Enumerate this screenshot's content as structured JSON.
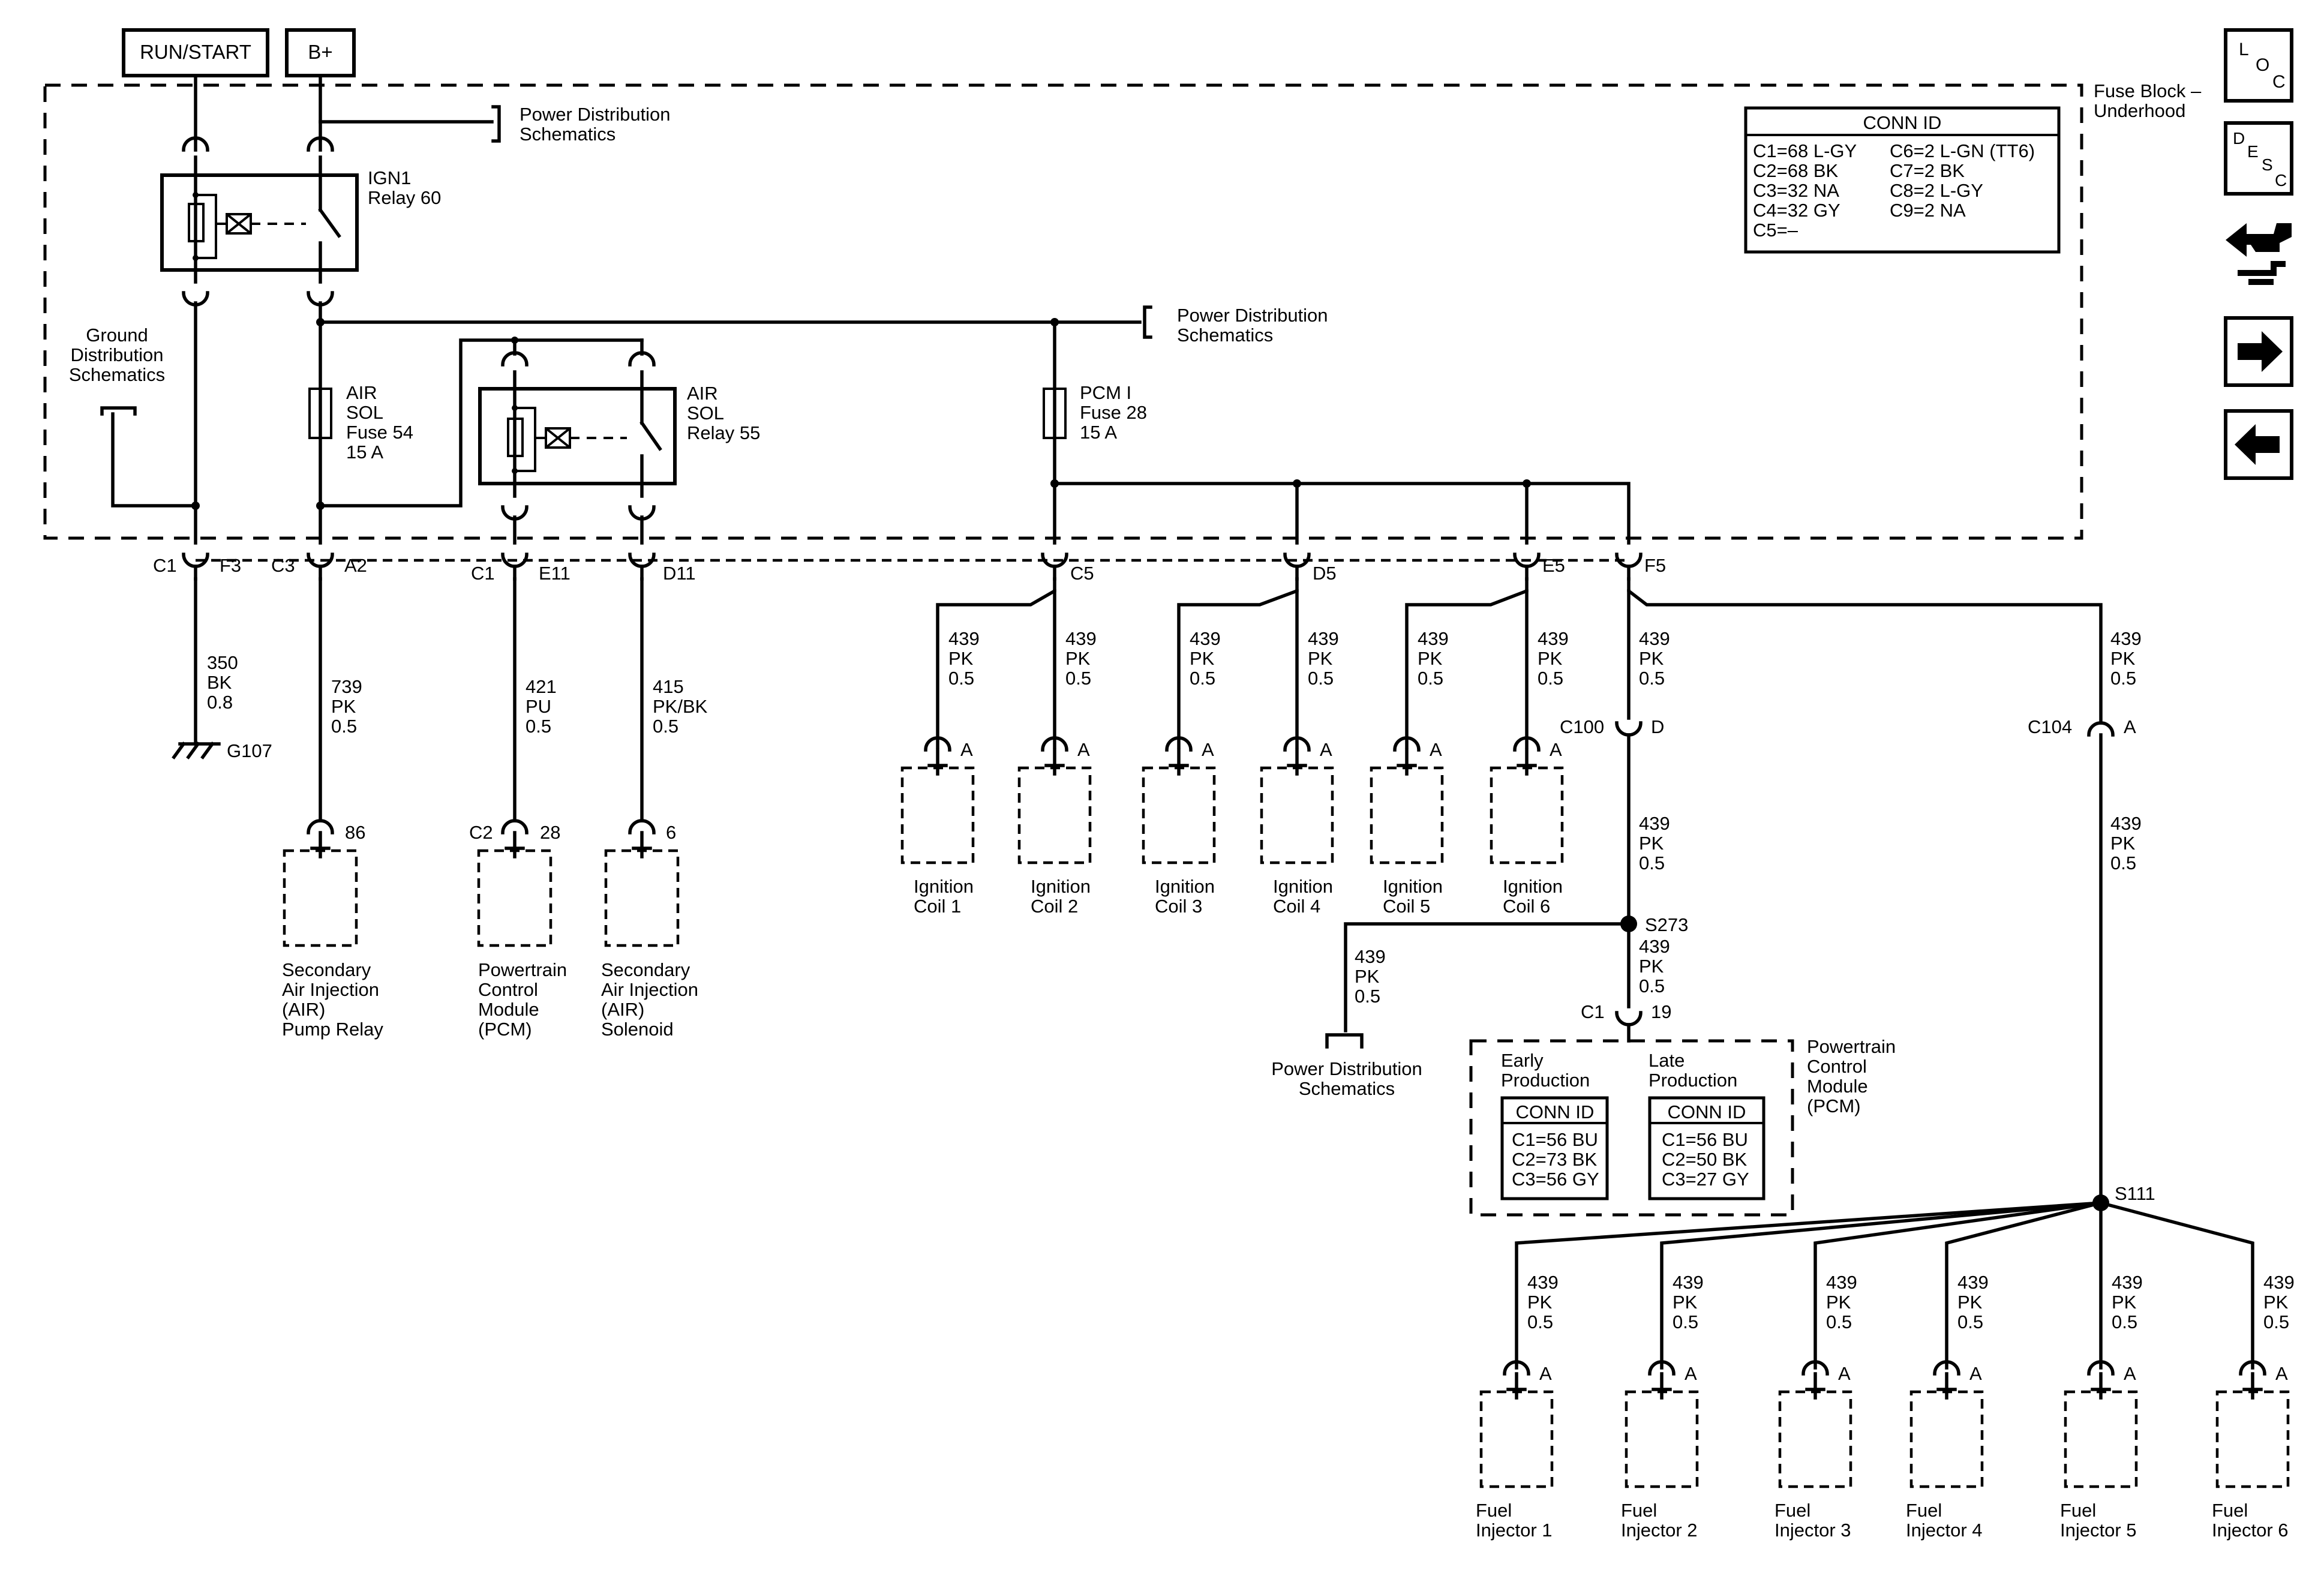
{
  "labels": {
    "run_start": "RUN/START",
    "b_plus": "B+",
    "power_dist_1": [
      "Power Distribution",
      "Schematics"
    ],
    "power_dist_2": [
      "Power Distribution",
      "Schematics"
    ],
    "power_dist_3": [
      "Power Distribution",
      "Schematics"
    ],
    "fuse_block": [
      "Fuse Block –",
      "Underhood"
    ],
    "ground_dist": [
      "Ground",
      "Distribution",
      "Schematics"
    ],
    "ign1_relay": [
      "IGN1",
      "Relay 60"
    ],
    "air_sol_fuse": [
      "AIR",
      "SOL",
      "Fuse 54",
      "15 A"
    ],
    "air_sol_relay": [
      "AIR",
      "SOL",
      "Relay 55"
    ],
    "pcm_fuse": [
      "PCM I",
      "Fuse 28",
      "15 A"
    ],
    "ground_g107": "G107"
  },
  "conn_id_box": {
    "title": "CONN ID",
    "left": [
      "C1=68 L-GY",
      "C2=68 BK",
      "C3=32 NA",
      "C4=32 GY",
      "C5=–"
    ],
    "right": [
      "C6=2 L-GN (TT6)",
      "C7=2 BK",
      "C8=2 L-GY",
      "C9=2 NA"
    ]
  },
  "connectors": {
    "c1_f3": [
      "C1",
      "F3"
    ],
    "c3_a2": [
      "C3",
      "A2"
    ],
    "c1_e11": [
      "C1",
      "E11"
    ],
    "d11": "D11",
    "c5": "C5",
    "d5": "D5",
    "e5": "E5",
    "f5": "F5",
    "c100_d": [
      "C100",
      "D"
    ],
    "c104_a": [
      "C104",
      "A"
    ],
    "c1_19": [
      "C1",
      "19"
    ],
    "s273": "S273",
    "s111": "S111",
    "pin_86": "86",
    "c2_28": [
      "C2",
      "28"
    ],
    "pin_6": "6",
    "pin_a": "A"
  },
  "wires": {
    "w350": [
      "350",
      "BK",
      "0.8"
    ],
    "w739": [
      "739",
      "PK",
      "0.5"
    ],
    "w421": [
      "421",
      "PU",
      "0.5"
    ],
    "w415": [
      "415",
      "PK/BK",
      "0.5"
    ],
    "w439": [
      "439",
      "PK",
      "0.5"
    ]
  },
  "components": {
    "air_pump_relay": [
      "Secondary",
      "Air Injection",
      "(AIR)",
      "Pump Relay"
    ],
    "pcm": [
      "Powertrain",
      "Control",
      "Module",
      "(PCM)"
    ],
    "air_solenoid": [
      "Secondary",
      "Air Injection",
      "(AIR)",
      "Solenoid"
    ],
    "ignition_coils": [
      [
        "Ignition",
        "Coil 1"
      ],
      [
        "Ignition",
        "Coil 2"
      ],
      [
        "Ignition",
        "Coil 3"
      ],
      [
        "Ignition",
        "Coil 4"
      ],
      [
        "Ignition",
        "Coil 5"
      ],
      [
        "Ignition",
        "Coil 6"
      ]
    ],
    "fuel_injectors": [
      [
        "Fuel",
        "Injector 1"
      ],
      [
        "Fuel",
        "Injector 2"
      ],
      [
        "Fuel",
        "Injector 3"
      ],
      [
        "Fuel",
        "Injector 4"
      ],
      [
        "Fuel",
        "Injector 5"
      ],
      [
        "Fuel",
        "Injector 6"
      ]
    ]
  },
  "pcm_box": {
    "title": [
      "Powertrain",
      "Control",
      "Module",
      "(PCM)"
    ],
    "early": {
      "heading": [
        "Early",
        "Production"
      ],
      "conn_title": "CONN ID",
      "lines": [
        "C1=56 BU",
        "C2=73 BK",
        "C3=56 GY"
      ]
    },
    "late": {
      "heading": [
        "Late",
        "Production"
      ],
      "conn_title": "CONN ID",
      "lines": [
        "C1=56 BU",
        "C2=50 BK",
        "C3=27 GY"
      ]
    }
  },
  "nav": {
    "loc": [
      "L",
      "O",
      "C"
    ],
    "desc": [
      "D",
      "E",
      "S",
      "C"
    ],
    "icons": [
      "connector-view-icon",
      "arrow-right-icon",
      "arrow-left-icon"
    ]
  }
}
